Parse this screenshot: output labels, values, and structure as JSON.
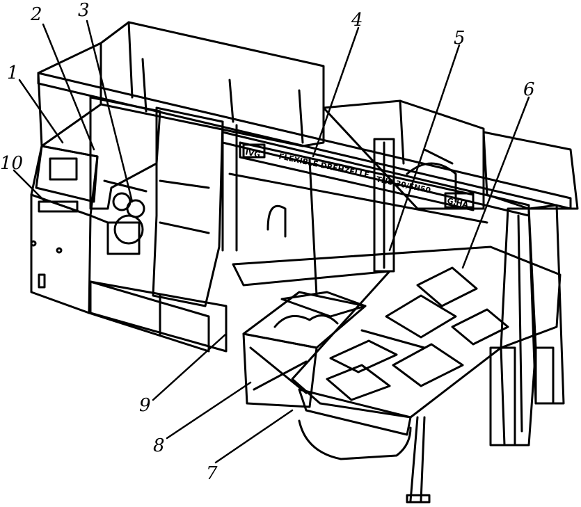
{
  "callouts": [
    {
      "id": "1",
      "label": "1"
    },
    {
      "id": "2",
      "label": "2"
    },
    {
      "id": "3",
      "label": "3"
    },
    {
      "id": "4",
      "label": "4"
    },
    {
      "id": "5",
      "label": "5"
    },
    {
      "id": "6",
      "label": "6"
    },
    {
      "id": "7",
      "label": "7"
    },
    {
      "id": "8",
      "label": "8"
    },
    {
      "id": "9",
      "label": "9"
    },
    {
      "id": "10",
      "label": "10"
    }
  ],
  "plate": {
    "left_badge": "IVG",
    "title": "FLEXIBLE DREHZELLE",
    "model": "TNS 30/EN50",
    "right_badge": "G.HA"
  }
}
